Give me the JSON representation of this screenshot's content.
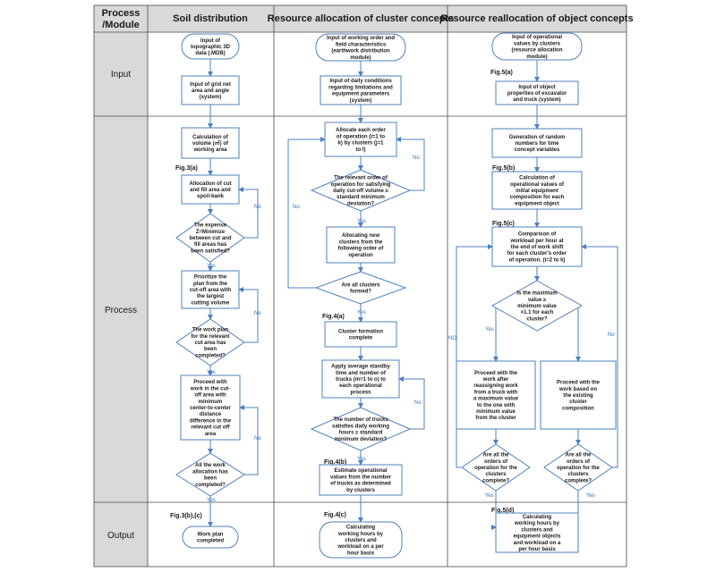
{
  "headers": {
    "corner": [
      "Process",
      "/Module"
    ],
    "col1": "Soil distribution",
    "col2": "Resource allocation of cluster concepts",
    "col3": "Resource reallocation of object concepts"
  },
  "rows": {
    "input": "Input",
    "process": "Process",
    "output": "Output"
  },
  "col1": {
    "n1": [
      "Input of",
      "topographic 3D",
      "data (.MDB)"
    ],
    "n2": [
      "Input of grid net",
      "area and angle",
      "(system)"
    ],
    "n3": [
      "Calculation of",
      "volume (㎥) of",
      "working area"
    ],
    "fig_3a": "Fig.3(a)",
    "n4": [
      "Allocation of cut",
      "and fill area and",
      "spoil-bank"
    ],
    "d1": [
      "The expense",
      "Z=Minimize",
      "between cut and",
      "fill areas has",
      "been satisfied?"
    ],
    "n5": [
      "Prioritize the",
      "plan from the",
      "cut-off area with",
      "the largest",
      "cutting volume"
    ],
    "d2": [
      "The work plan",
      "for the relevant",
      "cut area has",
      "been",
      "completed?"
    ],
    "n6": [
      "Proceed with",
      "work in the cut-",
      "off area with",
      "minimum",
      "center-to-center",
      "distance",
      "difference in the",
      "relevant cut off",
      "area"
    ],
    "d3": [
      "All the work",
      "allocation has",
      "been",
      "completed?"
    ],
    "fig_3bc": "Fig.3(b),(c)",
    "n7": [
      "Work plan",
      "completed"
    ]
  },
  "col2": {
    "n1": [
      "Input of working order and",
      "field characteristics",
      "(earthwork distribution",
      "module)"
    ],
    "n2": [
      "Input of daily conditions",
      "regarding limitations and",
      "equipment parameters",
      "(system)"
    ],
    "n3": [
      "Allocate each order",
      "of operation (i=1 to",
      "k) by clusters (j=1",
      "to l)"
    ],
    "d1": [
      "The relevant order of",
      "operation for satisfying",
      "daily cut-off volume ≥",
      "standard minimum",
      "deviation?"
    ],
    "n4": [
      "Allocating new",
      "clusters from the",
      "following order of",
      "operation"
    ],
    "d2": [
      "Are all clusters",
      "formed?"
    ],
    "fig_4a": "Fig.4(a)",
    "n5": [
      "Cluster formation",
      "complete"
    ],
    "n6": [
      "Apply average standby",
      "time and number of",
      "trucks (m=1 to o) to",
      "each operational",
      "process"
    ],
    "d3": [
      "The number of trucks",
      "satisfies daily working",
      "hours ≥ standard",
      "minimum deviation?"
    ],
    "fig_4b": "Fig.4(b)",
    "n7": [
      "Estimate operational",
      "values from the number",
      "of trucks as determined",
      "by clusters"
    ],
    "fig_4c": "Fig.4(c)",
    "n8": [
      "Calculating",
      "working hours by",
      "clusters and",
      "workload on a per",
      "hour basis"
    ]
  },
  "col3": {
    "n1": [
      "Input of operational",
      "values by clusters",
      "(resource allocation",
      "module)"
    ],
    "fig_5a": "Fig.5(a)",
    "n2": [
      "Input of object",
      "properties of excavator",
      "and truck (system)"
    ],
    "n3": [
      "Generation of random",
      "numbers for time",
      "concept variables"
    ],
    "fig_5b": "Fig.5(b)",
    "n4": [
      "Calculation of",
      "operational values of",
      "initial equipment",
      "composition for each",
      "equipment object"
    ],
    "fig_5c": "Fig.5(c)",
    "n5": [
      "Comparison of",
      "workload per hour at",
      "the end of work shift",
      "for each cluster's order",
      "of operation. (i=2 to k)"
    ],
    "d1": [
      "Is the maximum",
      "value ≥",
      "minimum value",
      "×1.1 for each",
      "cluster?"
    ],
    "n6": [
      "Proceed with the",
      "work after",
      "reassigning work",
      "from a truck with",
      "a maximum value",
      "to the one with",
      "minimum value",
      "from the cluster"
    ],
    "n7": [
      "Proceed with the",
      "work based on",
      "the existing",
      "cluster",
      "composition"
    ],
    "d2": [
      "Are all the",
      "orders of",
      "operation for the",
      "clusters",
      "complete?"
    ],
    "d3": [
      "Are all the",
      "orders of",
      "operation for the",
      "clusters",
      "complete?"
    ],
    "fig_5d": "Fig.5(d)",
    "n8": [
      "Calculating",
      "working hours by",
      "clusters and",
      "equipment objects",
      "and workload on a",
      "per hour basis"
    ]
  },
  "labels": {
    "yes": "Yes",
    "no": "No",
    "no_caps": "NO"
  },
  "colors": {
    "box_stroke": "#4f81bd",
    "header_fill": "#d9d9d9",
    "yes_no_text": "#2e75b6"
  }
}
